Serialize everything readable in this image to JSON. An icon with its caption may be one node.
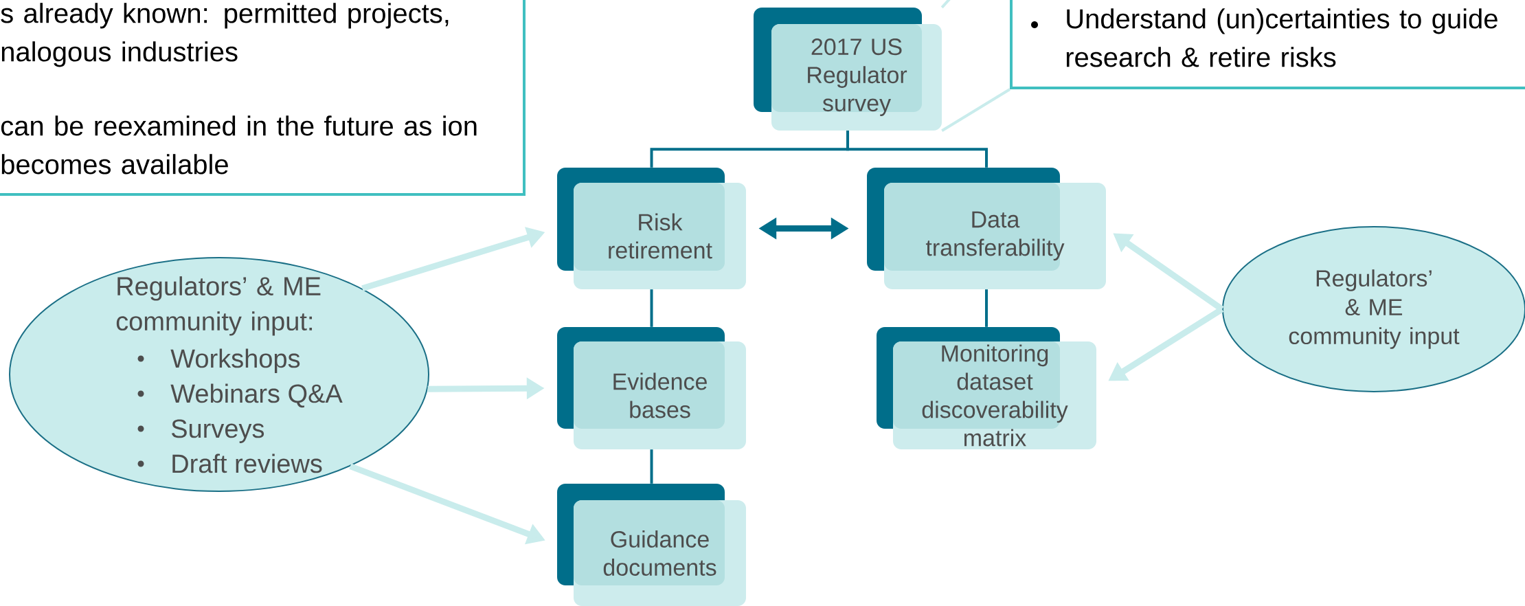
{
  "diagram": {
    "nodes": [
      {
        "text": [
          "s already known: permitted projects, nalogous industries",
          "can be reexamined in the future as ion becomes available"
        ]
      },
      {
        "text": [
          "Understand (un)certainties to guide research & retire risks"
        ]
      },
      {
        "text": [
          "2017 US Regulator survey"
        ]
      },
      {
        "text": [
          "Risk retirement"
        ]
      },
      {
        "text": [
          "Data transferability"
        ]
      },
      {
        "text": [
          "Evidence bases"
        ]
      },
      {
        "text": [
          "Monitoring dataset discoverability matrix"
        ]
      },
      {
        "text": [
          "Guidance documents"
        ]
      },
      {
        "text": [
          "Regulators’ & ME community input:",
          "Workshops",
          "Webinars Q&A",
          "Surveys",
          "Draft reviews"
        ]
      },
      {
        "text": [
          "Regulators’ & ME community input"
        ]
      }
    ],
    "edges": [
      {
        "from": 2,
        "to": 1,
        "arrow": "none",
        "color": "#c9ecec"
      },
      {
        "from": 2,
        "to": null,
        "arrow": "none",
        "color": "#c9ecec"
      },
      {
        "from": 2,
        "to": 3,
        "arrow": "none",
        "color": "#006e8a"
      },
      {
        "from": 2,
        "to": 4,
        "arrow": "none",
        "color": "#006e8a"
      },
      {
        "from": 3,
        "to": 5,
        "arrow": "none",
        "color": "#006e8a"
      },
      {
        "from": 5,
        "to": 7,
        "arrow": "none",
        "color": "#006e8a"
      },
      {
        "from": 4,
        "to": 6,
        "arrow": "none",
        "color": "#006e8a"
      },
      {
        "from": 3,
        "to": 4,
        "arrow": "both",
        "style": "thick",
        "color": "#006e8a"
      },
      {
        "from": 8,
        "to": 3,
        "arrow": "to",
        "style": "thick",
        "color": "#c9ecec"
      },
      {
        "from": 8,
        "to": 5,
        "arrow": "to",
        "style": "thick",
        "color": "#c9ecec"
      },
      {
        "from": 8,
        "to": 7,
        "arrow": "to",
        "style": "thick",
        "color": "#c9ecec"
      },
      {
        "from": 9,
        "to": 4,
        "arrow": "to",
        "style": "thick",
        "color": "#c9ecec"
      },
      {
        "from": 9,
        "to": 6,
        "arrow": "to",
        "style": "thick",
        "color": "#c9ecec"
      }
    ]
  }
}
